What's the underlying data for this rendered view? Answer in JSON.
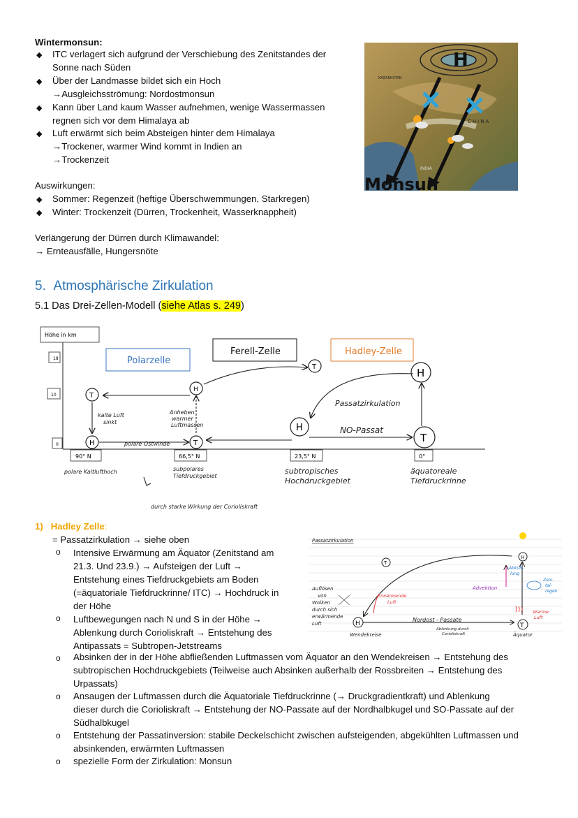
{
  "winter": {
    "title": "Wintermonsun:",
    "bullets": [
      [
        "ITC verlagert sich aufgrund der Verschiebung des Zenitstandes der",
        "Sonne nach Süden"
      ],
      [
        "Über der Landmasse bildet sich ein Hoch",
        "→Ausgleichsströmung: Nordostmonsun"
      ],
      [
        "Kann über Land kaum Wasser aufnehmen, wenige Wassermassen",
        "regnen sich vor dem Himalaya ab"
      ],
      [
        "Luft erwärmt sich beim Absteigen hinter dem Himalaya",
        "→Trockener, warmer Wind kommt in Indien an",
        "→Trockenzeit"
      ]
    ]
  },
  "map": {
    "high_label": "H",
    "kazakhstan": "KAZAKHSTAN",
    "china": "CHINA",
    "india": "INDIA",
    "caption": "Monsun"
  },
  "effects": {
    "title": "Auswirkungen:",
    "items": [
      "Sommer: Regenzeit (heftige Überschwemmungen, Starkregen)",
      "Winter: Trockenzeit (Dürren, Trockenheit, Wasserknappheit)"
    ]
  },
  "climate": {
    "line1": "Verlängerung der Dürren durch Klimawandel:",
    "line2": "→ Ernteausfälle, Hungersnöte"
  },
  "section": {
    "number": "5.",
    "title": "Atmosphärische Zirkulation",
    "subtitle_pre": "5.1 Das Drei-Zellen-Modell (",
    "subtitle_hl": "siehe Atlas s. 249",
    "subtitle_post": ")"
  },
  "diagram": {
    "y_label": "Höhe in km",
    "y_ticks": [
      "18",
      "10",
      "0"
    ],
    "polar_cell": "Polarzelle",
    "ferrel_cell": "Ferell-Zelle",
    "hadley_cell": "Hadley-Zelle",
    "lat_labels": [
      "90° N",
      "66,5° N",
      "23,5° N",
      "0°"
    ],
    "T": "T",
    "H": "H",
    "kalte_luft": [
      "kalte Luft",
      "sinkt"
    ],
    "anheben": [
      "Anheben",
      "warmer",
      "Luftmassen"
    ],
    "polare_ostwinde": "polare Ostwinde",
    "passat": "Passatzirkulation",
    "no_passat": "NO-Passat",
    "polar_high": "polare Kaltlufthoch",
    "subpolar": [
      "subpolares",
      "Tiefdruckgebiet"
    ],
    "subtrop": [
      "subtropisches",
      "Hochdruckgebiet"
    ],
    "equator": [
      "äquatoreale",
      "Tiefdruckrinne"
    ],
    "coriolis": "durch starke Wirkung der Corioliskraft"
  },
  "hadley": {
    "num": "1)",
    "title": "Hadley Zelle",
    "colon": ":",
    "intro": "= Passatzirkulation → siehe oben",
    "items": [
      [
        "Intensive Erwärmung am Äquator (Zenitstand am",
        "21.3. Und 23.9.) → Aufsteigen der Luft →",
        "Entstehung eines Tiefdruckgebiets am Boden",
        "(=äquatoriale Tiefdruckrinne/ ITC) → Hochdruck in",
        "der Höhe"
      ],
      [
        "Luftbewegungen nach N und S in der Höhe →",
        "Ablenkung durch Corioliskraft → Entstehung des",
        "Antipassats  = Subtropen-Jetstreams"
      ],
      [
        "Absinken der in der Höhe abfließenden Luftmassen vom Äquator an den Wendekreisen → Entstehung des",
        "subtropischen Hochdruckgebiets (Teilweise auch Absinken außerhalb der Rossbreiten → Entstehung des",
        "Urpassats)"
      ],
      [
        "Ansaugen der Luftmassen durch die Äquatoriale Tiefdruckrinne (→ Druckgradientkraft) und Ablenkung",
        "dieser durch die Corioliskraft → Entstehung der NO-Passate auf der Nordhalbkugel und SO-Passate auf der",
        "Südhalbkugel"
      ],
      [
        "Entstehung der Passatinversion: stabile Deckelschicht zwischen aufsteigenden, abgekühlten Luftmassen und",
        "absinkenden, erwärmten Luftmassen"
      ],
      [
        "spezielle Form der Zirkulation: Monsun"
      ]
    ]
  },
  "sketch": {
    "title": "Passatzirkulation",
    "aufloesen": [
      "Auflösen",
      "von",
      "Wolken",
      "durch sich",
      "erwärmende",
      "Luft"
    ],
    "erwaermende": [
      "Erwärmende",
      "Luft"
    ],
    "advektion": "Advektion",
    "abkuehlung": [
      "Abküh-",
      "lung"
    ],
    "zenital": [
      "Zeni-",
      "tal-",
      "regen"
    ],
    "warme": [
      "Warme",
      "Luft"
    ],
    "nordost": "Nordost - Passate",
    "ablenkung": [
      "Ablenkung durch",
      "Corioliskraft"
    ],
    "wendekreise": "Wendekreise",
    "aequator": "Äquator",
    "H": "H",
    "T": "T"
  }
}
